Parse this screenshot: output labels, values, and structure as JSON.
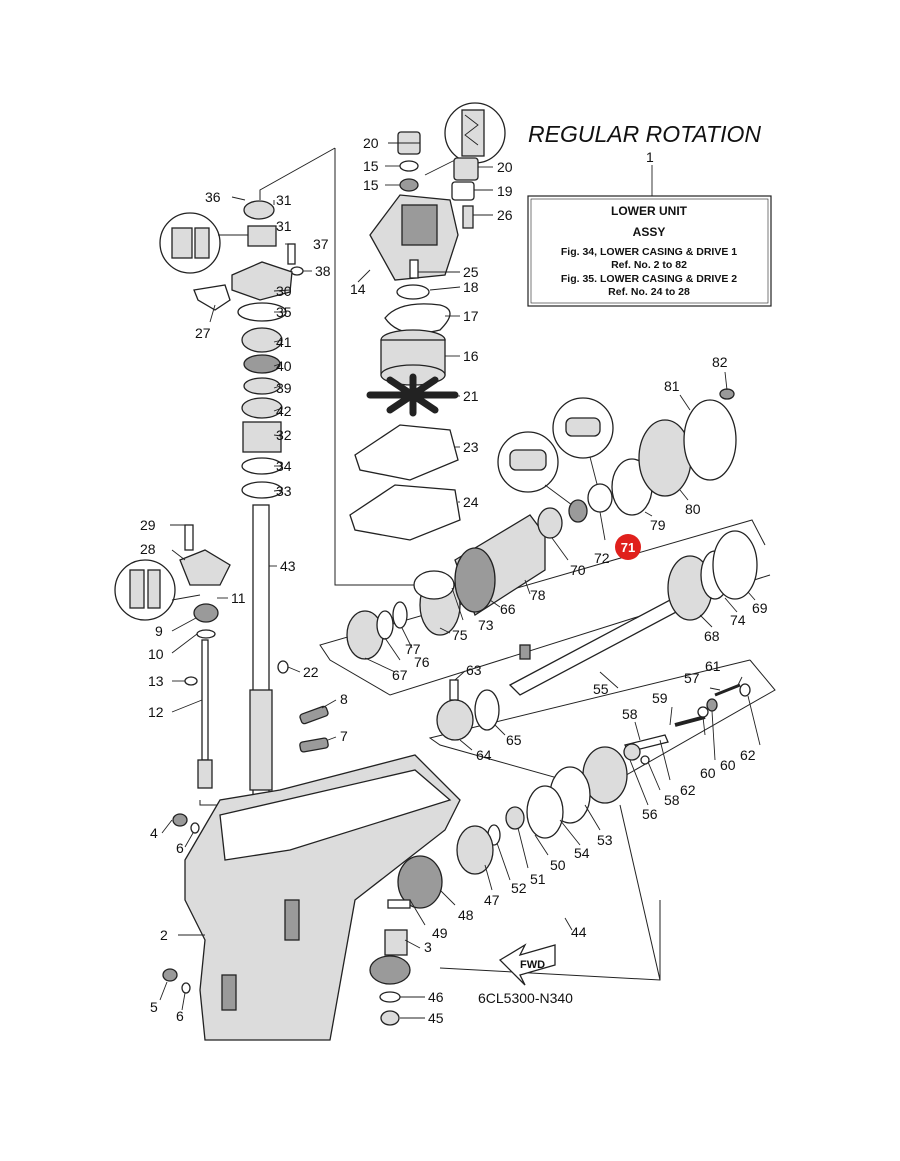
{
  "title": "REGULAR ROTATION",
  "assembly_box": {
    "ref": "1",
    "line1": "LOWER UNIT",
    "line2": "ASSY",
    "line3": "Fig. 34, LOWER CASING & DRIVE 1",
    "line4": "Ref. No. 2 to 82",
    "line5": "Fig. 35. LOWER CASING & DRIVE 2",
    "line6": "Ref. No. 24 to 28"
  },
  "diagram_code": "6CL5300-N340",
  "fwd_label": "FWD",
  "highlight": {
    "label": "71",
    "color": "#e0201c"
  },
  "callouts": {
    "c2": "2",
    "c3": "3",
    "c4": "4",
    "c5": "5",
    "c6a": "6",
    "c6b": "6",
    "c7": "7",
    "c8": "8",
    "c9": "9",
    "c10": "10",
    "c11": "11",
    "c12": "12",
    "c13": "13",
    "c14": "14",
    "c15a": "15",
    "c15b": "15",
    "c16": "16",
    "c17": "17",
    "c18": "18",
    "c19": "19",
    "c20a": "20",
    "c20b": "20",
    "c21": "21",
    "c22": "22",
    "c23": "23",
    "c24": "24",
    "c25": "25",
    "c26": "26",
    "c27": "27",
    "c28": "28",
    "c29": "29",
    "c30": "30",
    "c31a": "31",
    "c31b": "31",
    "c32": "32",
    "c33": "33",
    "c34": "34",
    "c35": "35",
    "c36": "36",
    "c37": "37",
    "c38": "38",
    "c39": "39",
    "c40": "40",
    "c41": "41",
    "c42": "42",
    "c43": "43",
    "c44": "44",
    "c45": "45",
    "c46": "46",
    "c47": "47",
    "c48": "48",
    "c49": "49",
    "c50": "50",
    "c51": "51",
    "c52": "52",
    "c53": "53",
    "c54": "54",
    "c55": "55",
    "c56": "56",
    "c57": "57",
    "c58a": "58",
    "c58b": "58",
    "c59": "59",
    "c60a": "60",
    "c60b": "60",
    "c61": "61",
    "c62a": "62",
    "c62b": "62",
    "c63": "63",
    "c64": "64",
    "c65": "65",
    "c66": "66",
    "c67": "67",
    "c68": "68",
    "c69": "69",
    "c70": "70",
    "c72": "72",
    "c73": "73",
    "c74": "74",
    "c75": "75",
    "c76": "76",
    "c77": "77",
    "c78": "78",
    "c79": "79",
    "c80": "80",
    "c81": "81",
    "c82": "82"
  }
}
